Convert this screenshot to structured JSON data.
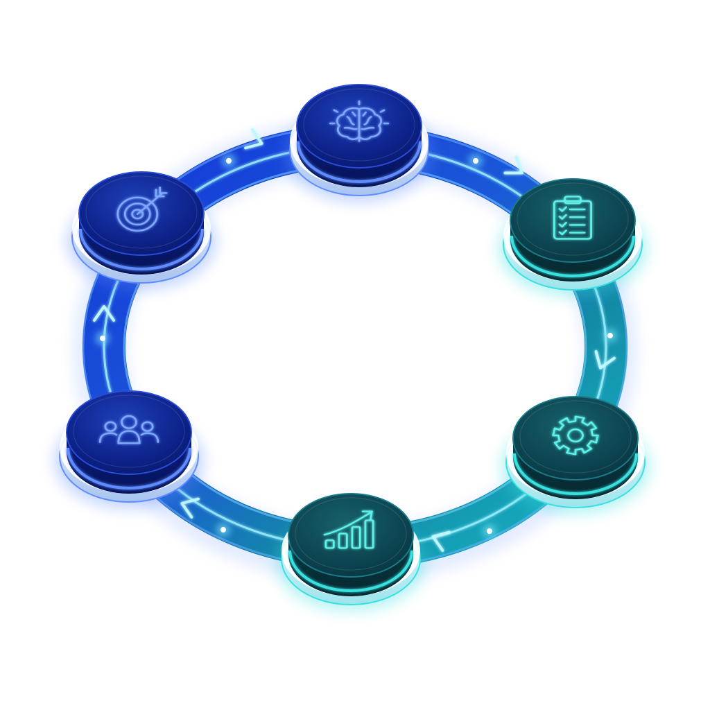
{
  "diagram": {
    "type": "cycle",
    "direction": "clockwise",
    "colors": {
      "background": "#ffffff",
      "blue_dark": "#0a2a9a",
      "blue_mid": "#1440d6",
      "blue_glow": "#5f8cff",
      "teal_dark": "#0b3f4a",
      "teal_mid": "#12788a",
      "teal_glow": "#39e0e0",
      "base_light": "#d6e8ff"
    },
    "nodes": [
      {
        "name": "brain-node",
        "icon": "brain-icon",
        "tone": "blue"
      },
      {
        "name": "checklist-node",
        "icon": "clipboard-checklist-icon",
        "tone": "teal"
      },
      {
        "name": "settings-node",
        "icon": "gear-icon",
        "tone": "teal"
      },
      {
        "name": "growth-node",
        "icon": "bar-chart-growth-icon",
        "tone": "teal"
      },
      {
        "name": "team-node",
        "icon": "team-users-icon",
        "tone": "blue"
      },
      {
        "name": "target-node",
        "icon": "target-arrow-icon",
        "tone": "blue"
      }
    ]
  }
}
